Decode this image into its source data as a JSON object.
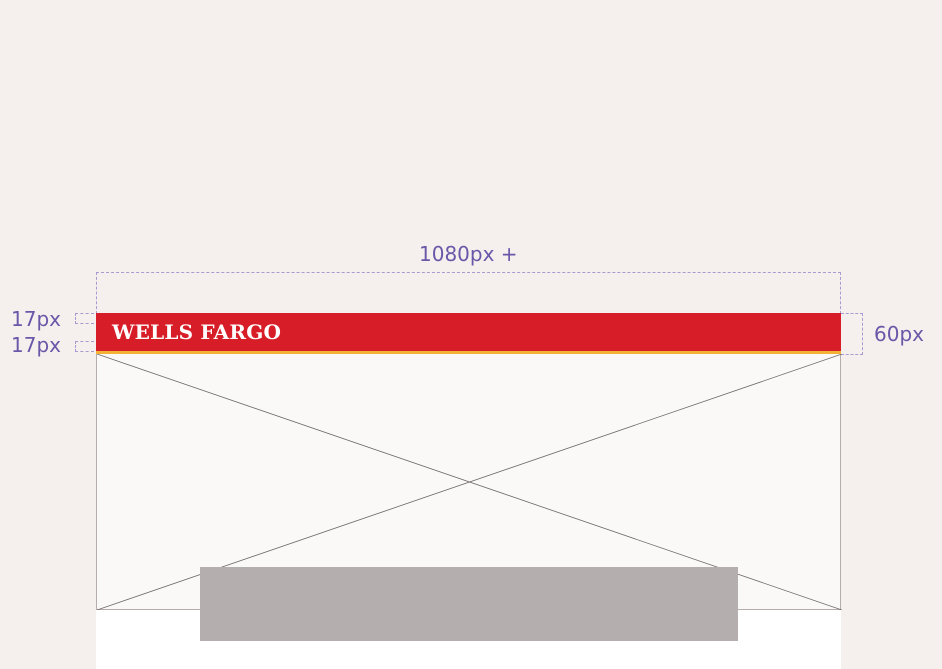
{
  "brand": {
    "logo_text": "WELLS FARGO",
    "primary_color": "#d71e28",
    "accent_color": "#f2b233"
  },
  "dimensions": {
    "width_label": "1080px +",
    "height_label": "60px",
    "padding_top_label": "17px",
    "padding_bottom_label": "17px",
    "annotation_color": "#6b56a8"
  },
  "placeholder": {
    "icon": "image-placeholder-cross",
    "card_color": "#b5aeae"
  }
}
